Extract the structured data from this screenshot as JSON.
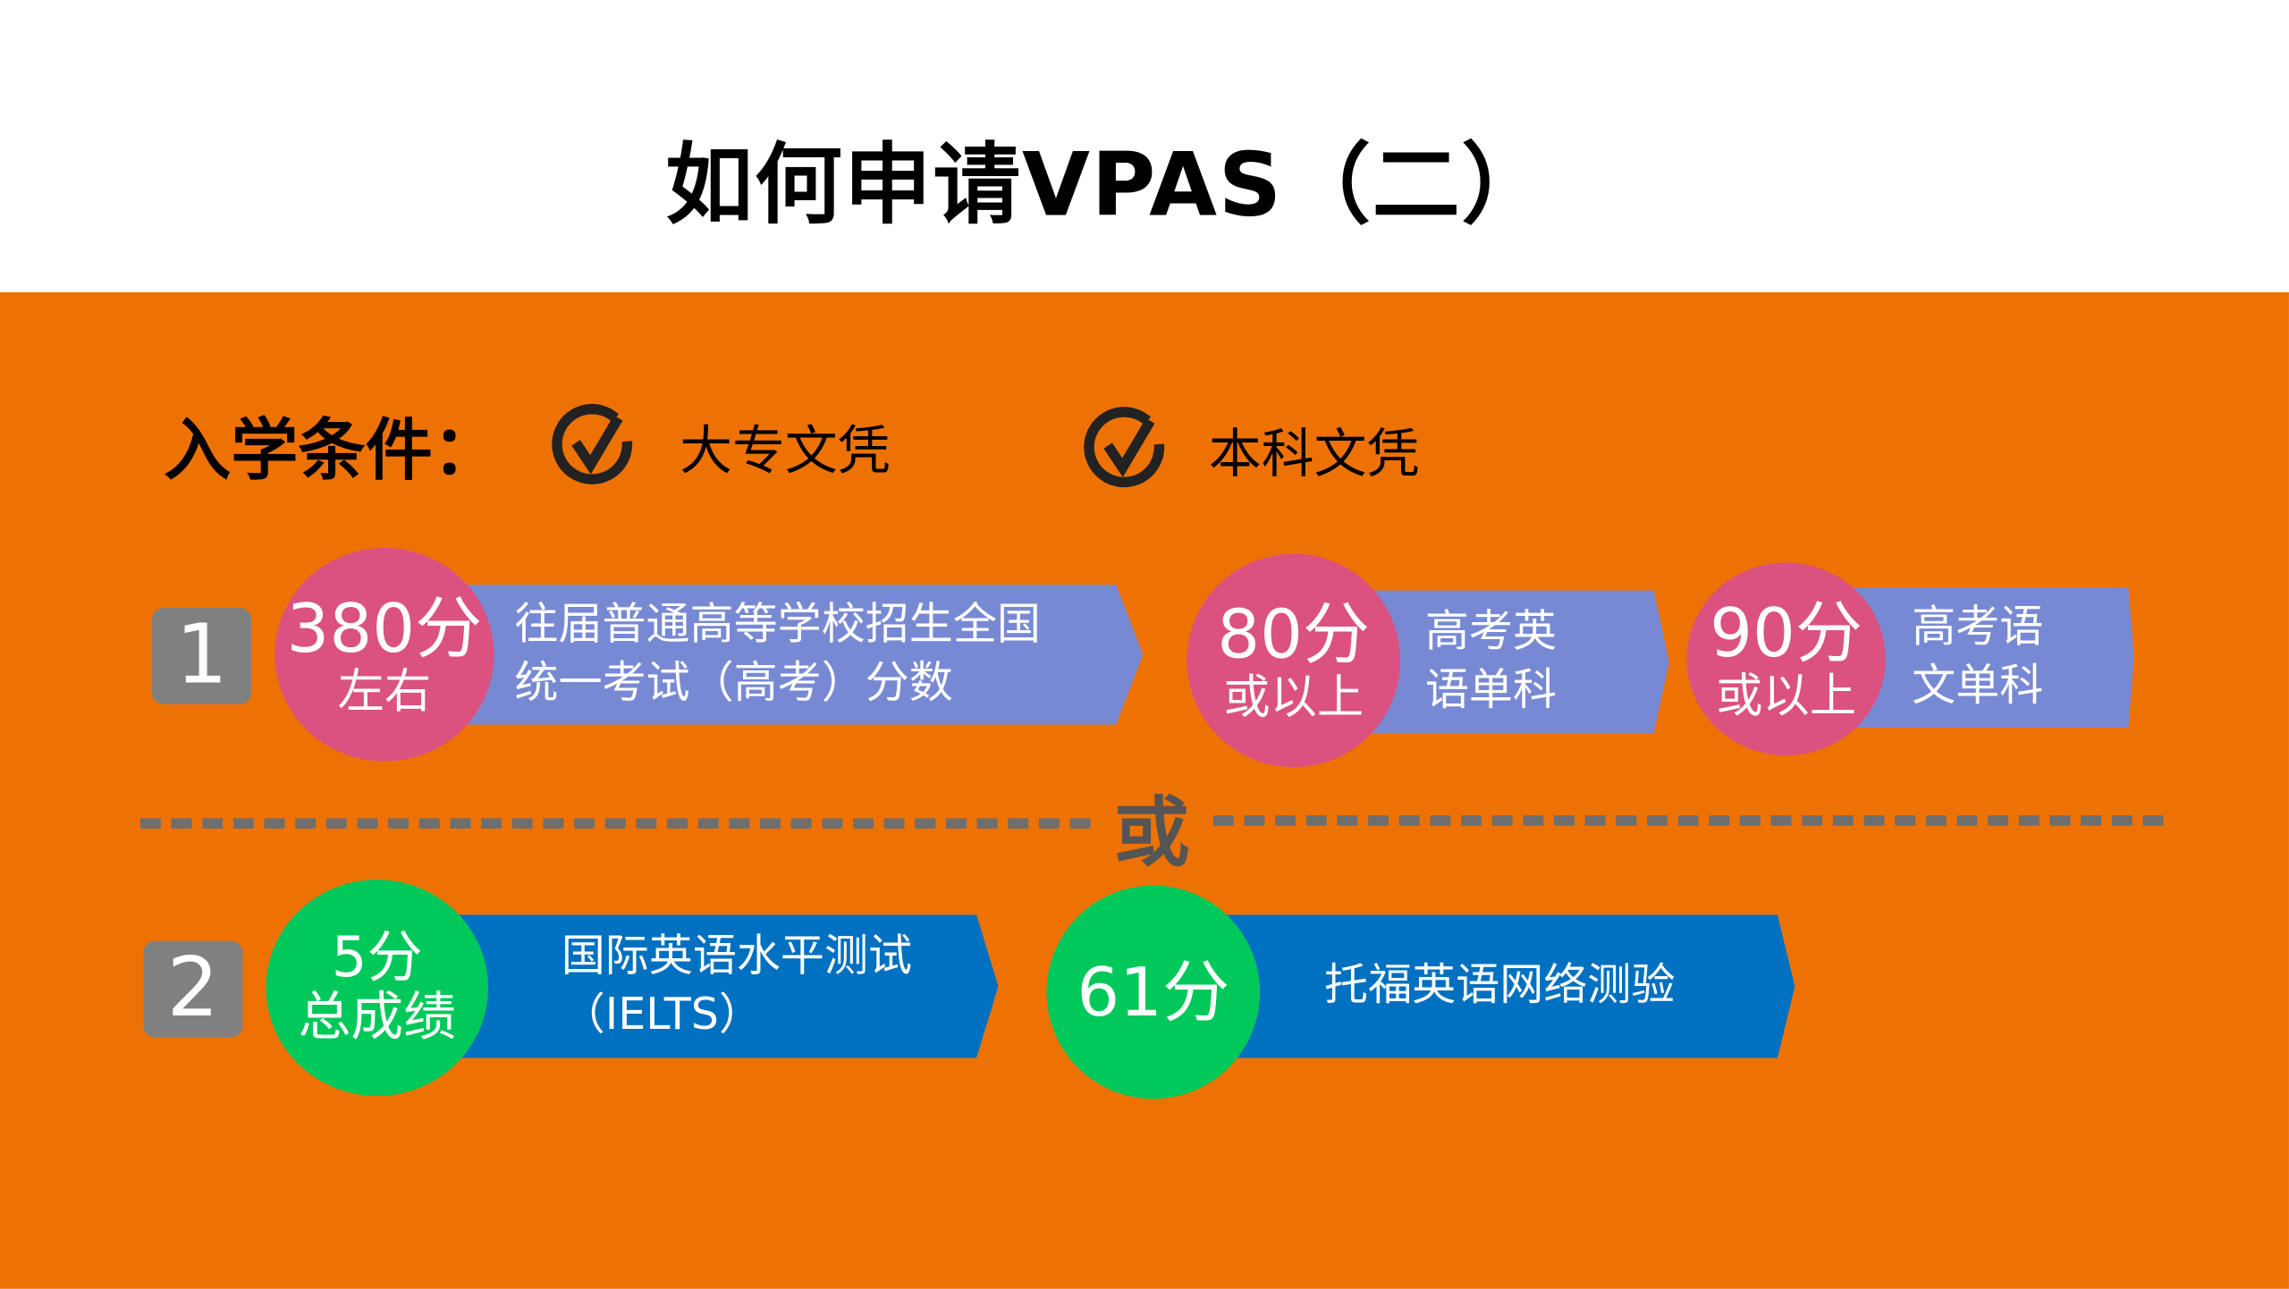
{
  "title": "如何申请VPAS（二）",
  "conditions": {
    "label": "入学条件：",
    "options": [
      "大专文凭",
      "本科文凭"
    ]
  },
  "row1": {
    "number": "1",
    "items": [
      {
        "score": "380分",
        "sub": "左右",
        "desc1": "往届普通高等学校招生全国",
        "desc2": "统一考试（高考）分数"
      },
      {
        "score": "80分",
        "sub": "或以上",
        "desc1": "高考英",
        "desc2": "语单科"
      },
      {
        "score": "90分",
        "sub": "或以上",
        "desc1": "高考语",
        "desc2": "文单科"
      }
    ]
  },
  "separator": "或",
  "row2": {
    "number": "2",
    "items": [
      {
        "score": "5分",
        "sub": "总成绩",
        "desc1": "国际英语水平测试",
        "desc2": "（IELTS）"
      },
      {
        "score": "61分",
        "desc1": "托福英语网络测验"
      }
    ]
  },
  "colors": {
    "panel": "#EE7203",
    "pink": "#DB5180",
    "lavender": "#7889D4",
    "blue": "#0070C0",
    "green": "#00C85A",
    "gray": "#808080"
  },
  "icons": [
    "check-circle-icon"
  ]
}
